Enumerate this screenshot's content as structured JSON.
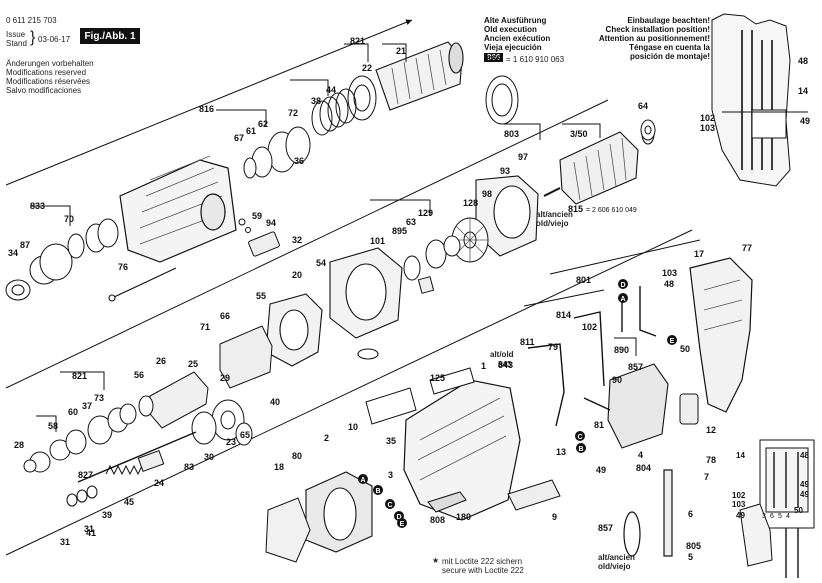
{
  "header": {
    "doc_number": "0 611 215 703",
    "issue_label": "Issue",
    "stand_label": "Stand",
    "date": "03-06-17",
    "fig_label": "Fig./Abb. 1",
    "notices": [
      "Änderungen vorbehalten",
      "Modifications reserved",
      "Modifications réservées",
      "Salvo modificaciones"
    ]
  },
  "old_version": {
    "lines": [
      "Alte Ausführung",
      "Old execution",
      "Ancien exécution",
      "Vieja ejecución"
    ],
    "part": "866",
    "equals": "= 1 610 910 063"
  },
  "install_note": {
    "lines": [
      "Einbaulage beachten!",
      "Check installation position!",
      "Attention au positionnement!",
      "Téngase en cuenta la",
      "posición de montaje!"
    ]
  },
  "alt_notes": {
    "a1": [
      "alt/ancien",
      "old/viejo"
    ],
    "a2": [
      "alt/old",
      "843"
    ],
    "a3": [
      "alt/ancien",
      "old/viejo"
    ],
    "ref_number": "= 2 606 610 049"
  },
  "loctite": {
    "star": "★",
    "line1": "mit Loctite 222 sichern",
    "line2": "secure with Loctite 222"
  },
  "part_labels": [
    "821",
    "21",
    "816",
    "72",
    "38",
    "44",
    "22",
    "866",
    "64",
    "3/50",
    "803",
    "97",
    "62",
    "61",
    "67",
    "36",
    "93",
    "98",
    "128",
    "129",
    "63",
    "895",
    "101",
    "815",
    "833",
    "70",
    "59",
    "94",
    "32",
    "87",
    "34",
    "76",
    "17",
    "77",
    "801",
    "103",
    "48",
    "20",
    "54",
    "55",
    "66",
    "71",
    "26",
    "25",
    "29",
    "56",
    "40",
    "811",
    "814",
    "102",
    "843",
    "79",
    "890",
    "857",
    "90",
    "50",
    "81",
    "4",
    "12",
    "49",
    "13",
    "804",
    "78",
    "7",
    "6",
    "821",
    "73",
    "37",
    "60",
    "58",
    "28",
    "827",
    "45",
    "39",
    "24",
    "83",
    "30",
    "23",
    "65",
    "125",
    "10",
    "2",
    "35",
    "3",
    "18",
    "80",
    "808",
    "180",
    "9",
    "857",
    "805",
    "5",
    "41",
    "31",
    "31",
    "1"
  ],
  "circle_markers": [
    "A",
    "B",
    "C",
    "D",
    "E"
  ],
  "inset": {
    "left_labels": [
      "14",
      "102",
      "103",
      "49"
    ],
    "right_labels": [
      "48",
      "49",
      "49",
      "50"
    ],
    "bottom_labels": [
      "3",
      "6",
      "5",
      "4"
    ],
    "top_labels": [
      "48",
      "14",
      "102",
      "103",
      "49"
    ]
  }
}
